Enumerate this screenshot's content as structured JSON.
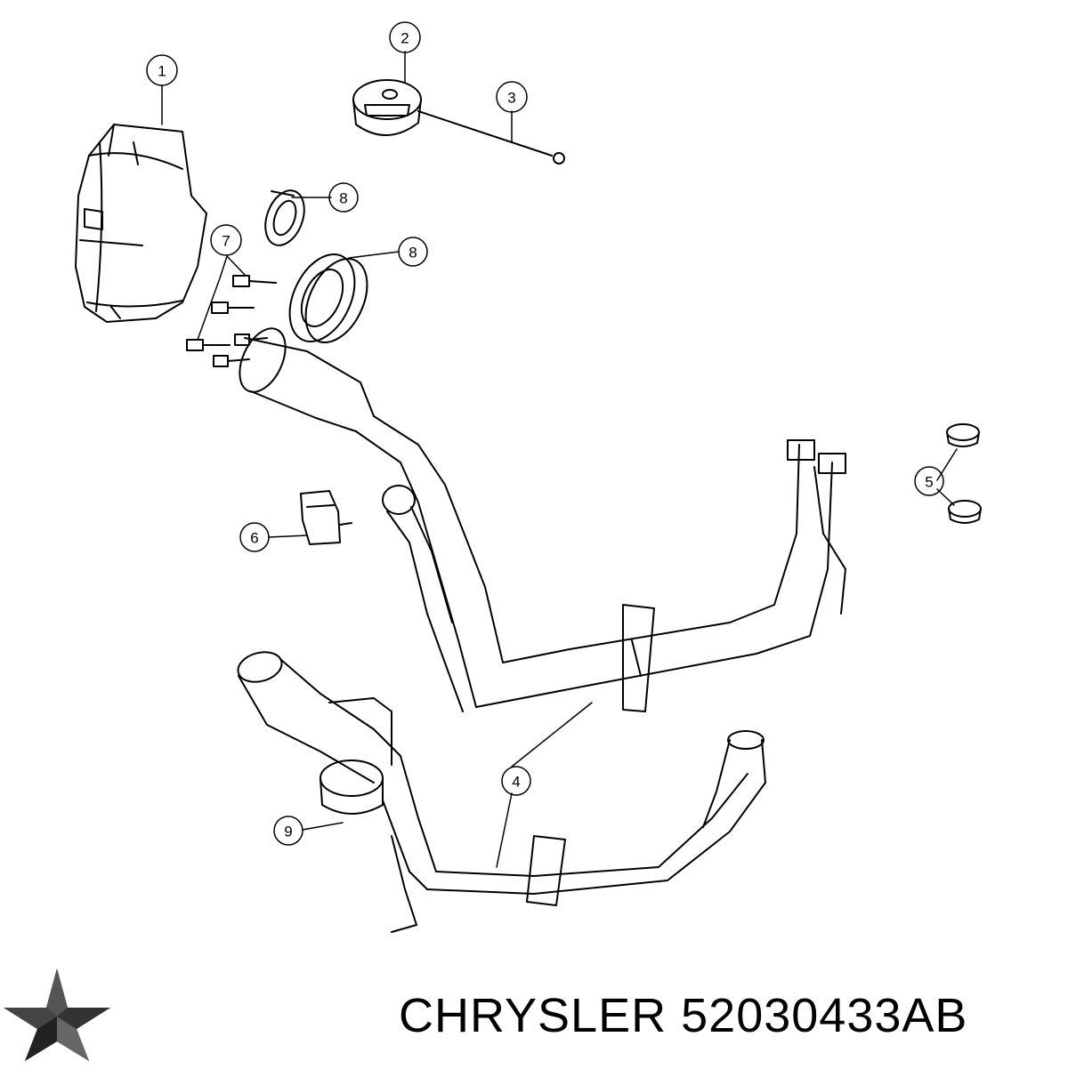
{
  "callouts": {
    "c1": "1",
    "c2": "2",
    "c3": "3",
    "c4": "4",
    "c5": "5",
    "c6": "6",
    "c7": "7",
    "c8a": "8",
    "c8b": "8",
    "c9": "9"
  },
  "caption": {
    "brand": "CHRYSLER",
    "part_number": "52030433AB"
  },
  "logo": {
    "icon": "chrysler-pentastar-icon",
    "color": "#000000"
  }
}
